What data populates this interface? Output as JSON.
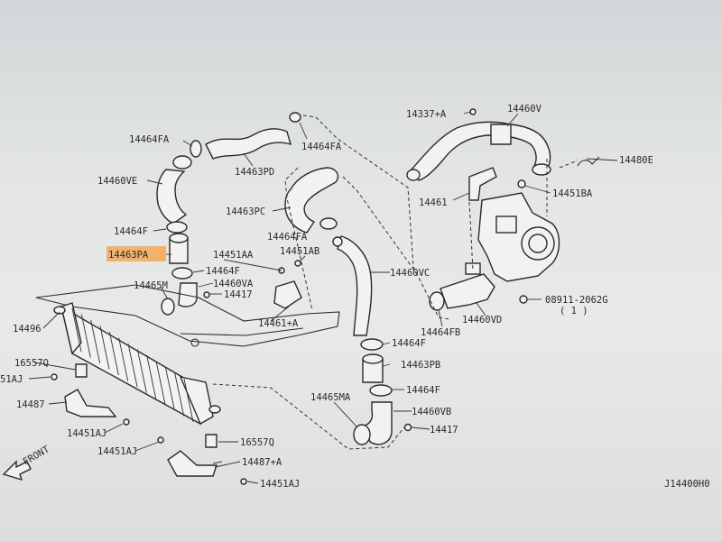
{
  "labels": {
    "p14464FA_a": "14464FA",
    "p14464FA_b": "14464FA",
    "p14464FA_c": "14464FA",
    "p14463PD": "14463PD",
    "p14460VE": "14460VE",
    "p14337A": "14337+A",
    "p14460V": "14460V",
    "p14480E": "14480E",
    "p14461": "14461",
    "p14451BA": "14451BA",
    "p14463PC": "14463PC",
    "p14464F_a": "14464F",
    "p14463PA": "14463PA",
    "p14451AA": "14451AA",
    "p14451AB": "14451AB",
    "p14464F_b": "14464F",
    "p14460VA": "14460VA",
    "p14417_a": "14417",
    "p14465M": "14465M",
    "p14461A": "14461+A",
    "p14460VC": "14460VC",
    "p08911": "08911-2062G",
    "p08911_qty": "( 1 )",
    "p14464FB": "14464FB",
    "p14460VD": "14460VD",
    "p14496": "14496",
    "p14464F_c": "14464F",
    "p16557Q_a": "16557Q",
    "p14463PB": "14463PB",
    "p14451AJ_a": "51AJ",
    "p14464F_d": "14464F",
    "p14487": "14487",
    "p14465MA": "14465MA",
    "p14460VB": "14460VB",
    "p14451AJ_b": "14451AJ",
    "p14417_b": "14417",
    "p14451AJ_c": "14451AJ",
    "p16557Q_b": "16557Q",
    "p14487A": "14487+A",
    "p14451AJ_d": "14451AJ",
    "front": "FRONT",
    "diagram_code": "J14400H0"
  },
  "highlight": {
    "part": "14463PA",
    "color": "#f3b26a"
  }
}
